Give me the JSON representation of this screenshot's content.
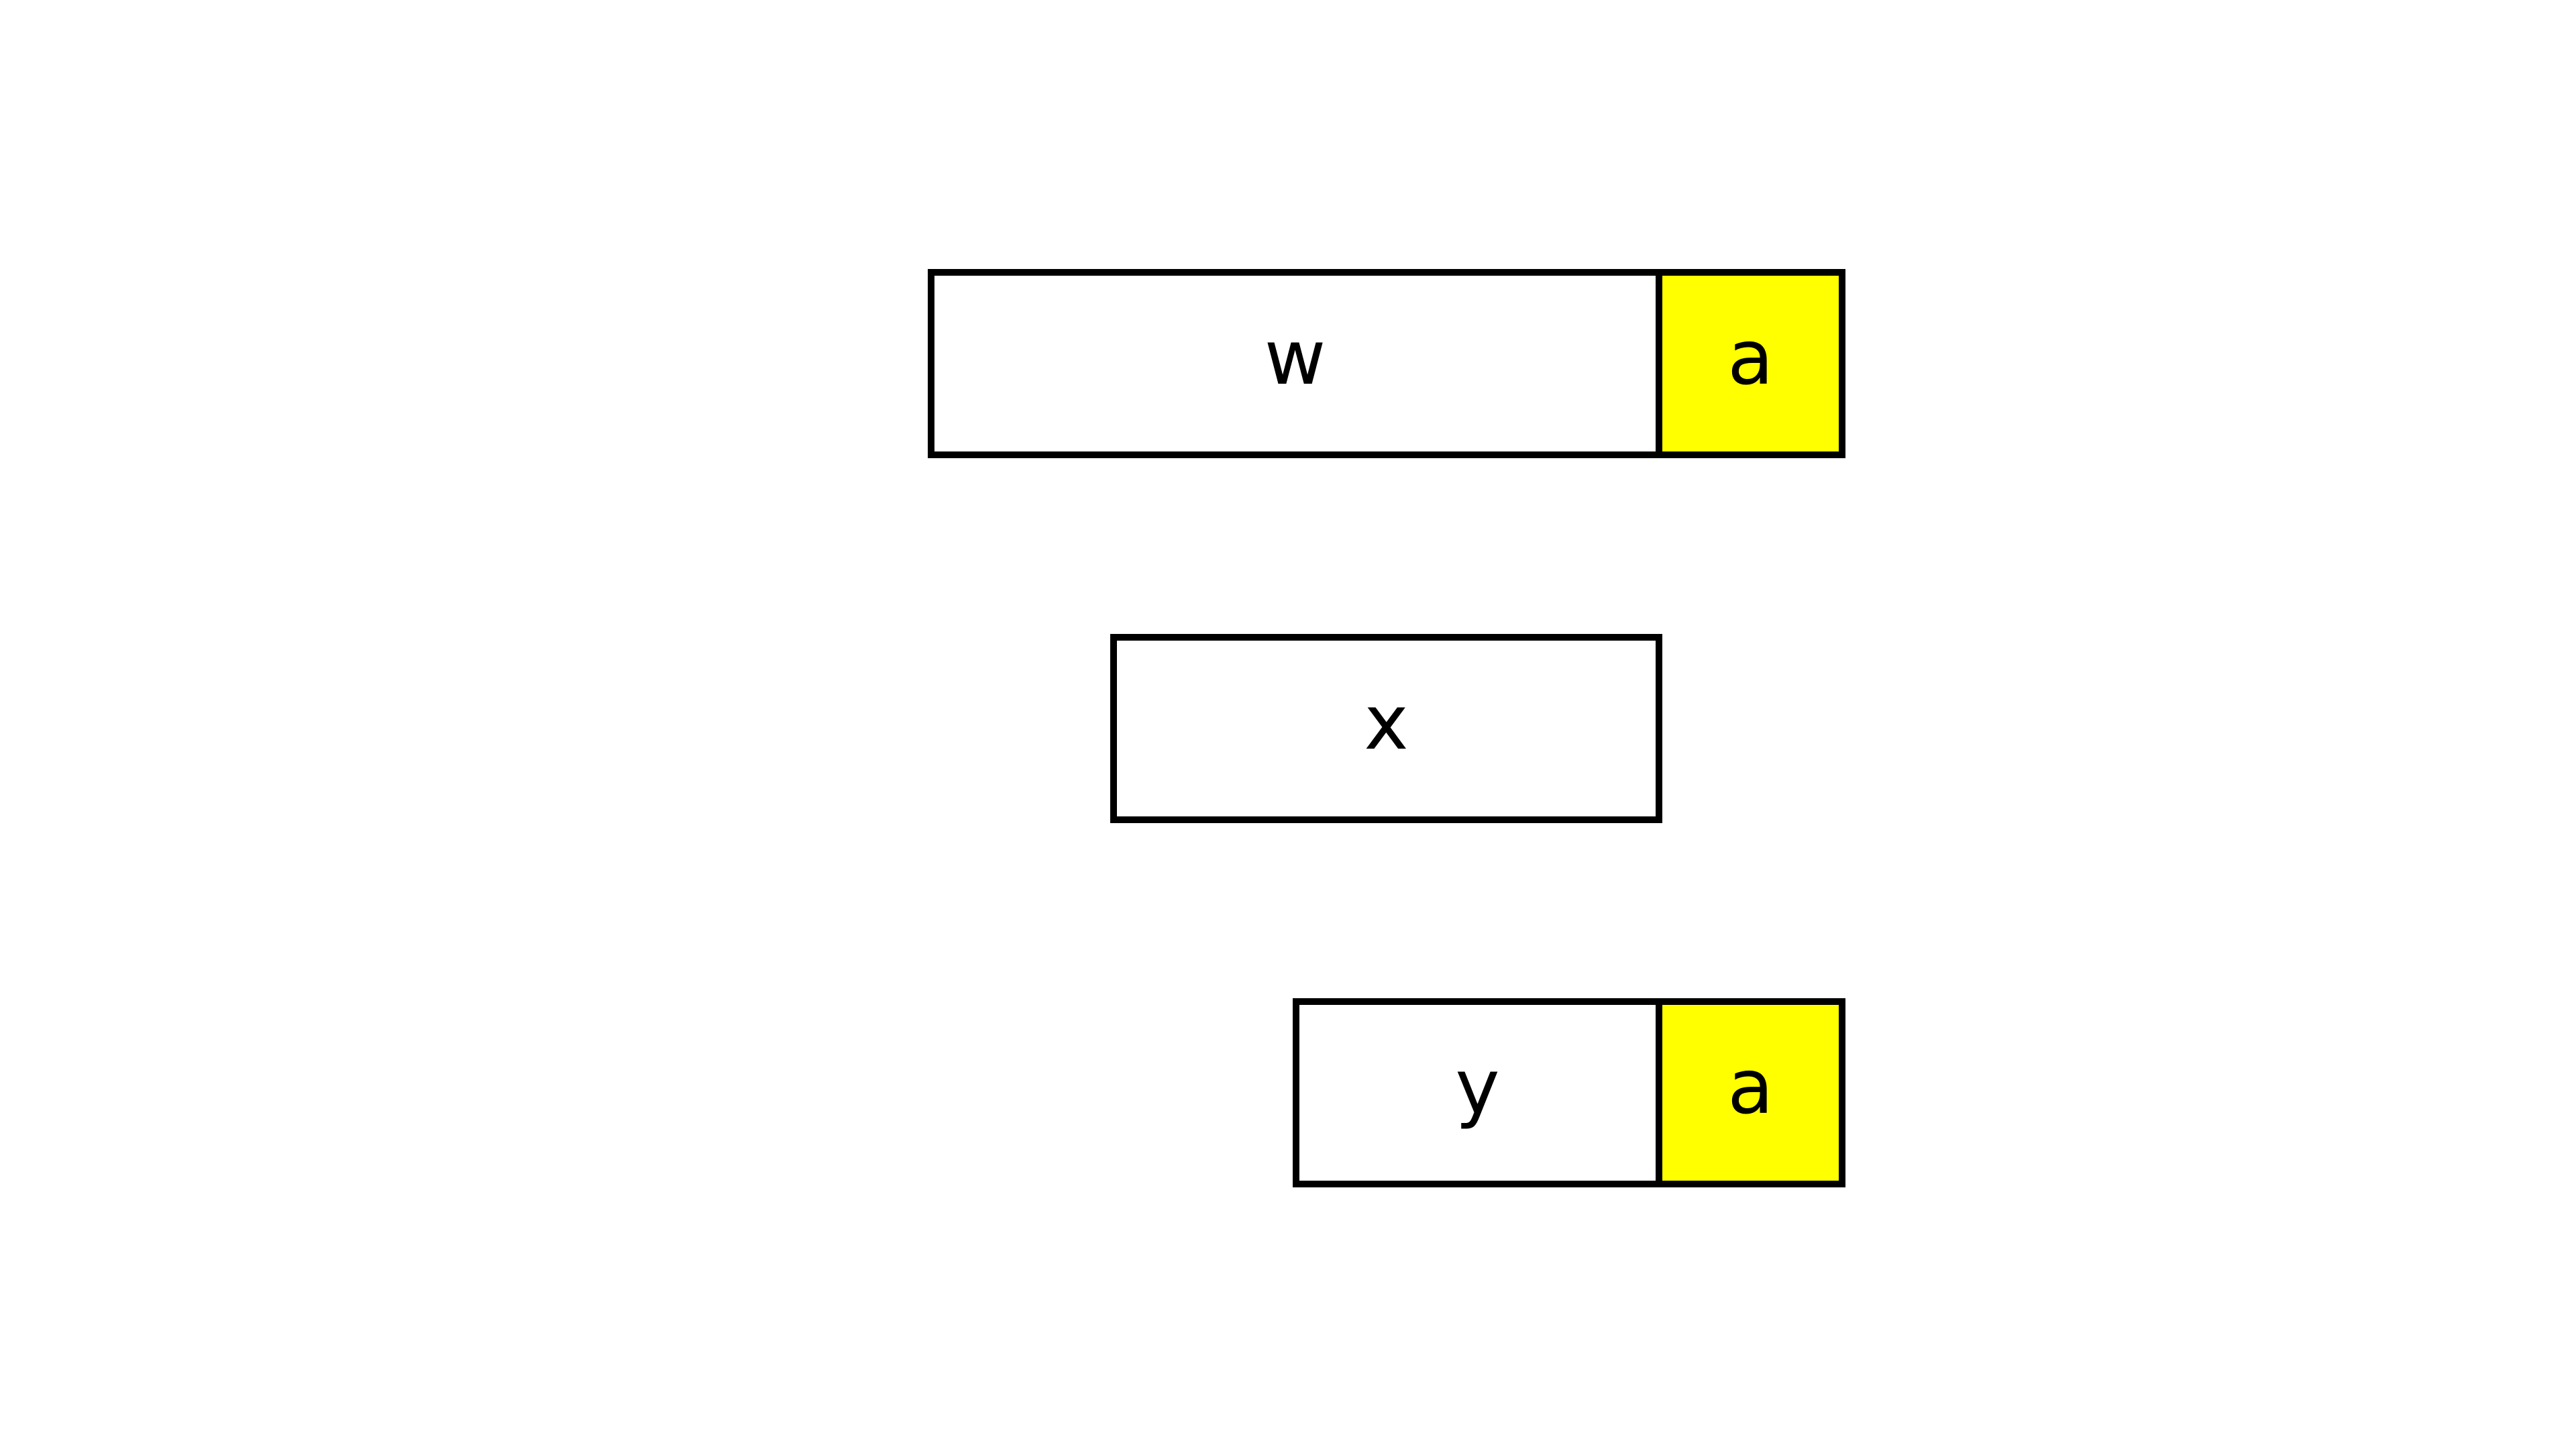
{
  "colors": {
    "background": "#ffffff",
    "border": "#000000",
    "highlight": "#ffff00",
    "plain": "#ffffff"
  },
  "rows": [
    {
      "main": {
        "label": "w",
        "fill": "plain"
      },
      "tag": {
        "label": "a",
        "fill": "highlight"
      }
    },
    {
      "main": {
        "label": "x",
        "fill": "plain"
      }
    },
    {
      "main": {
        "label": "y",
        "fill": "plain"
      },
      "tag": {
        "label": "a",
        "fill": "highlight"
      }
    }
  ]
}
